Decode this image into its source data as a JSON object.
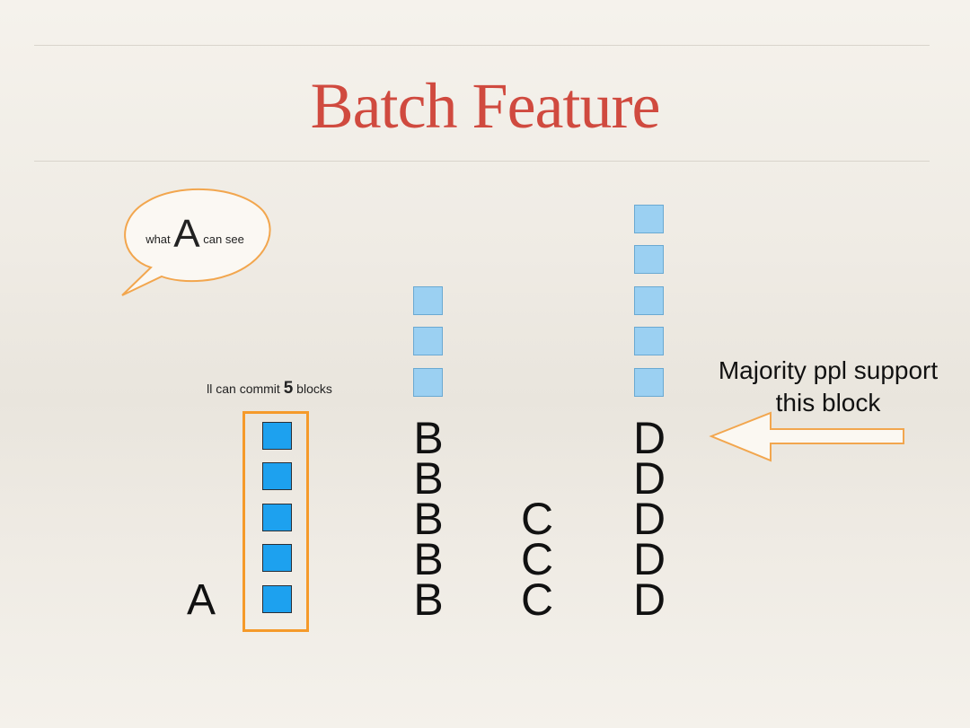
{
  "slide": {
    "title": "Batch Feature"
  },
  "bubble": {
    "prefix": "what",
    "letter": "A",
    "suffix": "can see"
  },
  "commit_note": {
    "prefix": "ll can commit",
    "count": "5",
    "suffix": "blocks"
  },
  "node_a": {
    "label": "A",
    "committed_blocks": 5
  },
  "node_b": {
    "letter": "B",
    "letters": [
      "B",
      "B",
      "B",
      "B",
      "B"
    ],
    "extra_blocks": 3
  },
  "node_c": {
    "letter": "C",
    "letters": [
      "C",
      "C",
      "C"
    ],
    "extra_blocks": 0
  },
  "node_d": {
    "letter": "D",
    "letters": [
      "D",
      "D",
      "D",
      "D",
      "D"
    ],
    "extra_blocks": 5
  },
  "annotation": {
    "line1": "Majority ppl support",
    "line2": "this block"
  },
  "colors": {
    "title": "#d04a3f",
    "accent_orange": "#f59a2a",
    "committed_block": "#1da1ef",
    "pending_block": "#9bd0f2"
  }
}
